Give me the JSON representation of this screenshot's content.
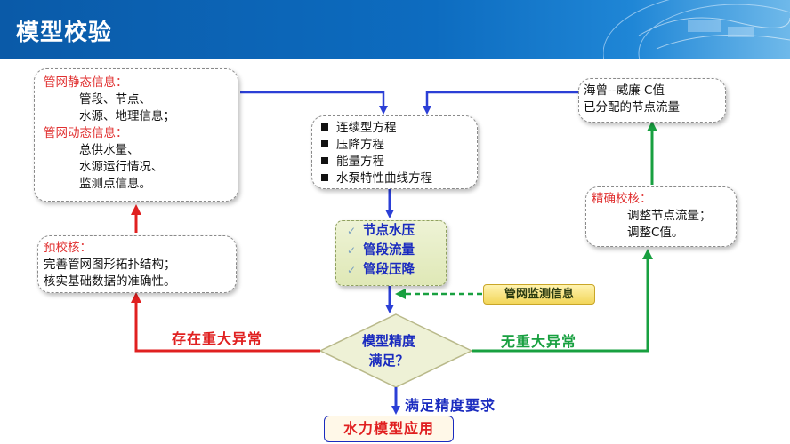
{
  "header": {
    "title": "模型校验"
  },
  "static_info": {
    "lines": [
      {
        "text": "管网静态信息：",
        "heading": true
      },
      {
        "text": "管段、节点、",
        "heading": false
      },
      {
        "text": "水源、地理信息；",
        "heading": false
      },
      {
        "text": "管网动态信息：",
        "heading": true
      },
      {
        "text": "总供水量、",
        "heading": false
      },
      {
        "text": "水源运行情况、",
        "heading": false
      },
      {
        "text": "监测点信息。",
        "heading": false
      }
    ]
  },
  "equations": {
    "items": [
      "连续型方程",
      "压降方程",
      "能量方程",
      "水泵特性曲线方程"
    ]
  },
  "hazen": {
    "lines": [
      "海曾--威廉 C值",
      "已分配的节点流量"
    ]
  },
  "pre_check": {
    "title": "预校核：",
    "lines": [
      "完善管网图形拓扑结构；",
      "核实基础数据的准确性。"
    ]
  },
  "results": {
    "items": [
      "节点水压",
      "管段流量",
      "管段压降"
    ]
  },
  "monitor_info": "管网监测信息",
  "fine_check": {
    "title": "精确校核：",
    "lines": [
      "调整节点流量；",
      "调整C值。"
    ]
  },
  "decision": {
    "line1": "模型精度",
    "line2": "满足？"
  },
  "labels": {
    "abnormal": "存在重大异常",
    "normal": "无重大异常",
    "satisfied": "满足精度要求"
  },
  "final": "水力模型应用",
  "colors": {
    "header": "#0d6cc0",
    "blue_arrow": "#2b3fd6",
    "red_arrow": "#e02020",
    "green_arrow": "#18a040"
  }
}
